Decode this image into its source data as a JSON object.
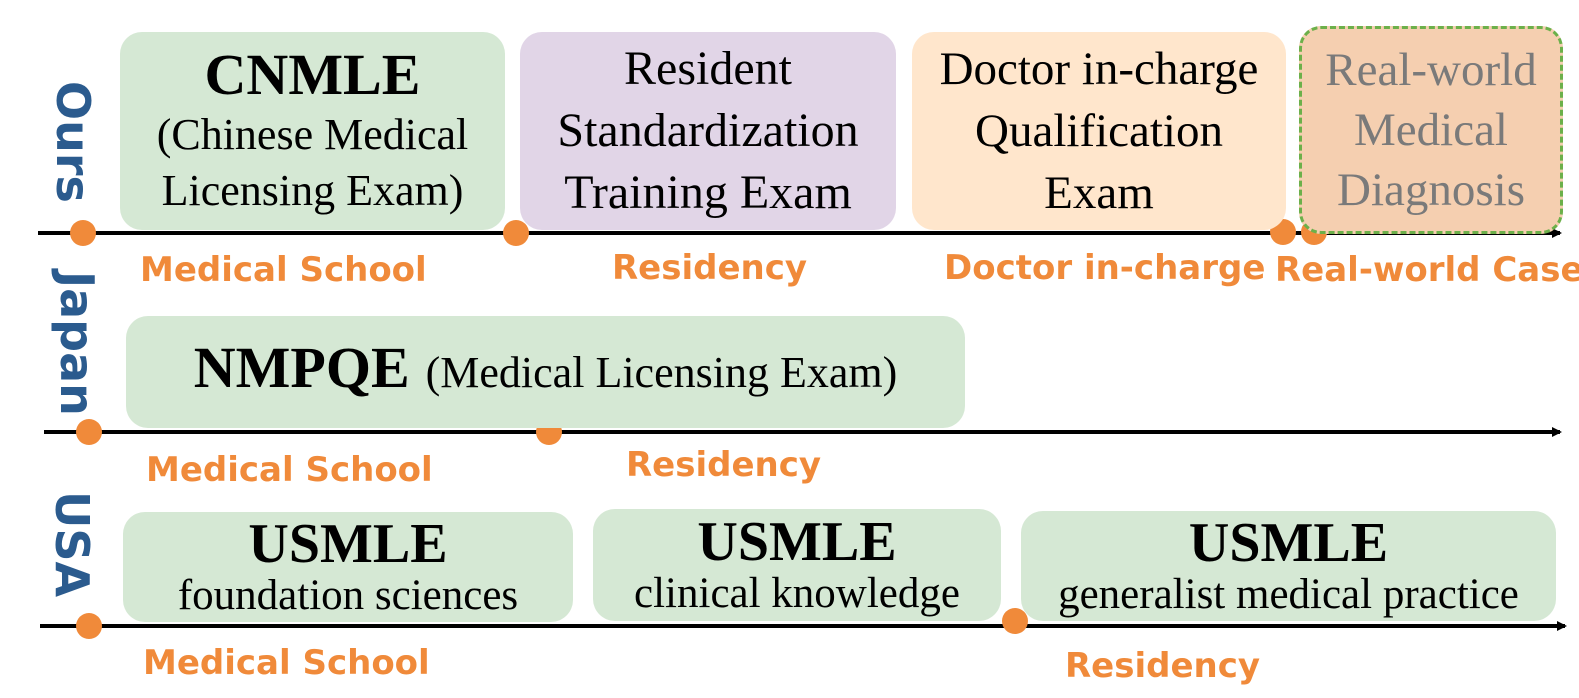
{
  "colors": {
    "axis": "#000000",
    "dot": "#f08a3a",
    "stage_text": "#f08a3a",
    "row_label": "#2b5b8e",
    "green_box": "#d5e8d4",
    "purple_box": "#e1d5e7",
    "peach_box": "#ffe6cc",
    "realworld_box": "#f5cfb0",
    "dashed_border": "#6cb04a"
  },
  "rows": {
    "ours": {
      "label": "Ours",
      "exams": {
        "cnmle_title": "CNMLE",
        "cnmle_sub1": "(Chinese Medical",
        "cnmle_sub2": "Licensing Exam)",
        "resident_l1": "Resident",
        "resident_l2": "Standardization",
        "resident_l3": "Training Exam",
        "doctor_l1": "Doctor in-charge",
        "doctor_l2": "Qualification",
        "doctor_l3": "Exam",
        "real_l1": "Real-world",
        "real_l2": "Medical",
        "real_l3": "Diagnosis"
      },
      "stages": [
        "Medical School",
        "Residency",
        "Doctor in-charge",
        "Real-world Case"
      ]
    },
    "japan": {
      "label": "Japan",
      "exams": {
        "nmpqe_title": "NMPQE",
        "nmpqe_sub": "(Medical Licensing Exam)"
      },
      "stages": [
        "Medical School",
        "Residency"
      ]
    },
    "usa": {
      "label": "USA",
      "exams": {
        "step1_title": "USMLE",
        "step1_sub": "foundation sciences",
        "step2_title": "USMLE",
        "step2_sub": "clinical knowledge",
        "step3_title": "USMLE",
        "step3_sub": "generalist medical practice"
      },
      "stages": [
        "Medical School",
        "Residency"
      ]
    }
  }
}
